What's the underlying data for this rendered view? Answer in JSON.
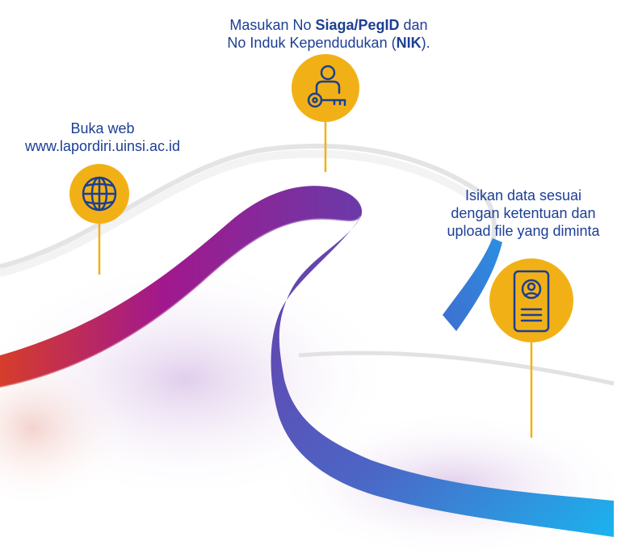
{
  "steps": [
    {
      "line1": "Buka web",
      "line2": "www.lapordiri.uinsi.ac.id",
      "icon": "globe-icon"
    },
    {
      "line1_prefix": "Masukan No ",
      "line1_bold": "Siaga/PegID",
      "line1_suffix": " dan",
      "line2_prefix": "No Induk Kependudukan (",
      "line2_bold": "NIK",
      "line2_suffix": ").",
      "icon": "person-key-icon"
    },
    {
      "line1": "Isikan data sesuai",
      "line2": "dengan ketentuan dan",
      "line3": "upload file yang diminta",
      "icon": "id-card-icon"
    }
  ],
  "colors": {
    "text": "#1d3f93",
    "pin": "#f1b116",
    "pin_icon": "#1d3f93",
    "road_start": "#d93a2a",
    "road_mid": "#a3198c",
    "road_purple": "#6a3aa8",
    "road_end": "#18b4ee"
  }
}
